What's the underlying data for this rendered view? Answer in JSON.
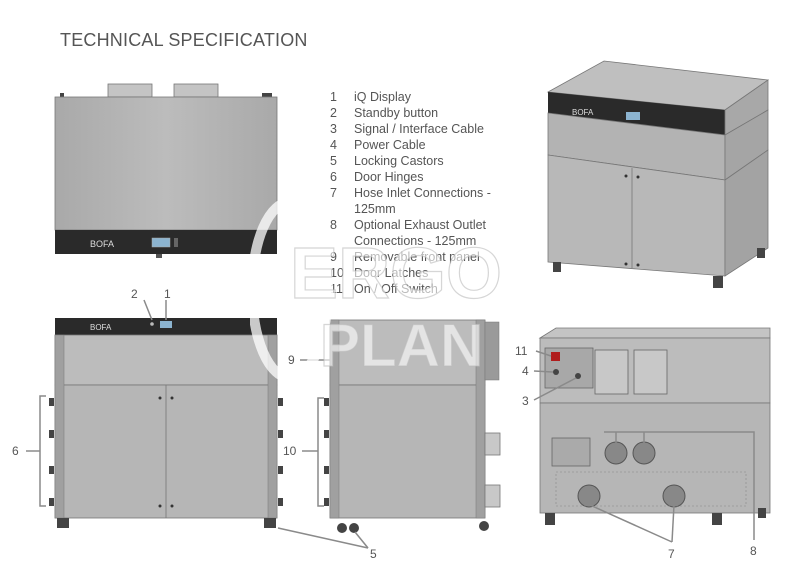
{
  "title": "TECHNICAL SPECIFICATION",
  "legend": [
    {
      "num": "1",
      "text": "iQ Display"
    },
    {
      "num": "2",
      "text": "Standby button"
    },
    {
      "num": "3",
      "text": "Signal / Interface Cable"
    },
    {
      "num": "4",
      "text": "Power Cable"
    },
    {
      "num": "5",
      "text": "Locking Castors"
    },
    {
      "num": "6",
      "text": "Door Hinges"
    },
    {
      "num": "7",
      "text": "Hose Inlet Connections - 125mm"
    },
    {
      "num": "8",
      "text": "Optional Exhaust Outlet Connections - 125mm"
    },
    {
      "num": "9",
      "text": "Removable front panel"
    },
    {
      "num": "10",
      "text": "Door Latches"
    },
    {
      "num": "11",
      "text": "On / Off Switch"
    }
  ],
  "brand": "BOFA",
  "watermark": {
    "line1": "ERGO",
    "line2": "PLAN"
  },
  "callouts": {
    "c1": "1",
    "c2": "2",
    "c3": "3",
    "c4": "4",
    "c5": "5",
    "c6": "6",
    "c7": "7",
    "c8": "8",
    "c9": "9",
    "c10": "10",
    "c11": "11"
  },
  "colors": {
    "unit_body": "#b6b6b6",
    "unit_dark": "#2a2a2a",
    "line": "#8a8a8a",
    "text": "#555555"
  }
}
